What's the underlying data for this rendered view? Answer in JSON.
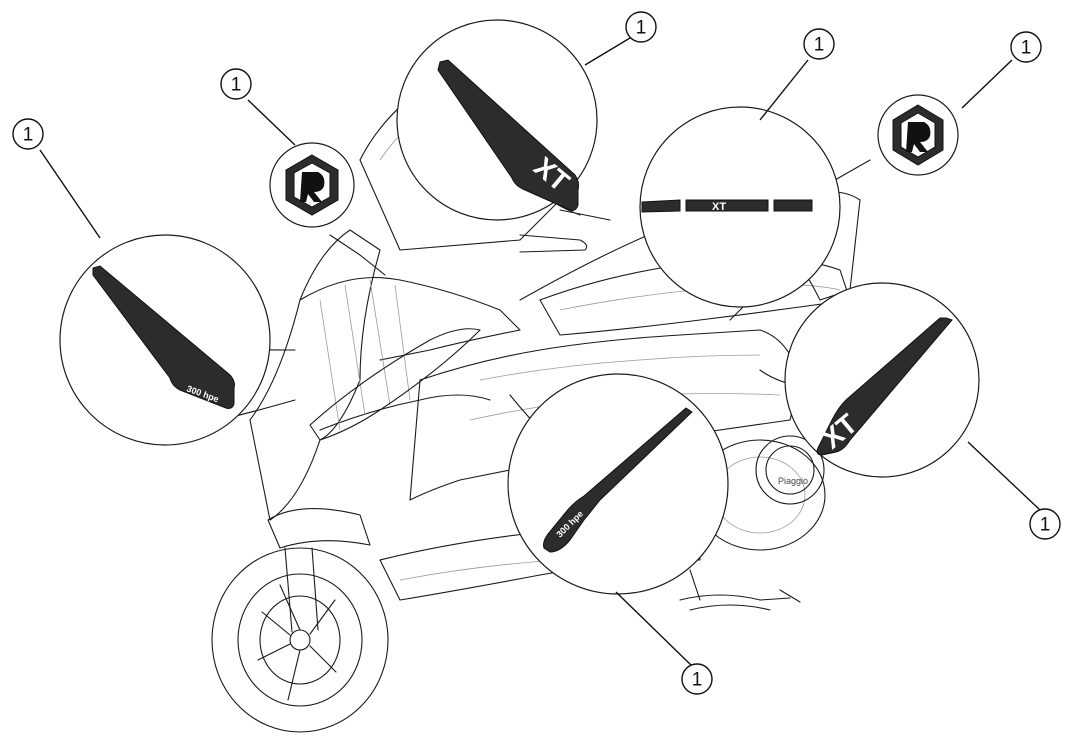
{
  "callouts": [
    {
      "id": "left-flank",
      "label": "1"
    },
    {
      "id": "front-logo",
      "label": "1"
    },
    {
      "id": "windshield",
      "label": "1"
    },
    {
      "id": "rear-strip",
      "label": "1"
    },
    {
      "id": "rear-logo",
      "label": "1"
    },
    {
      "id": "right-side",
      "label": "1"
    },
    {
      "id": "center-side",
      "label": "1"
    }
  ],
  "decal_text": {
    "model_mark": "XT",
    "badge_text": "300 hpe"
  }
}
